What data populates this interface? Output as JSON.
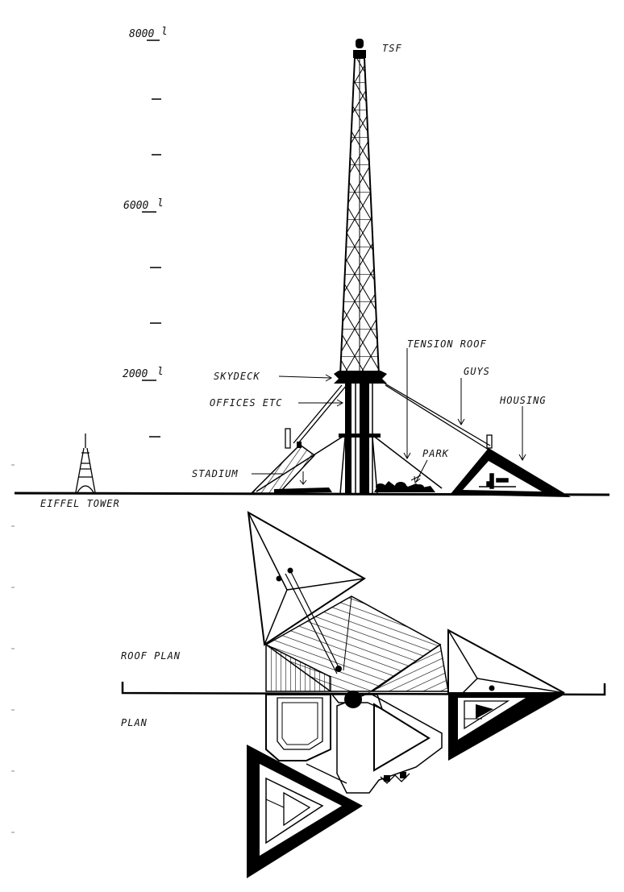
{
  "scale": {
    "labels": [
      "8000",
      "6000",
      "2000"
    ],
    "mark": "l"
  },
  "labels": {
    "tsf": "TSF",
    "tension_roof": "TENSION ROOF",
    "guys": "GUYS",
    "skydeck": "SKYDECK",
    "offices": "OFFICES ETC",
    "housing": "HOUSING",
    "park": "PARK",
    "stadium": "STADIUM",
    "eiffel": "EIFFEL TOWER",
    "roof_plan": "ROOF PLAN",
    "plan": "PLAN"
  }
}
